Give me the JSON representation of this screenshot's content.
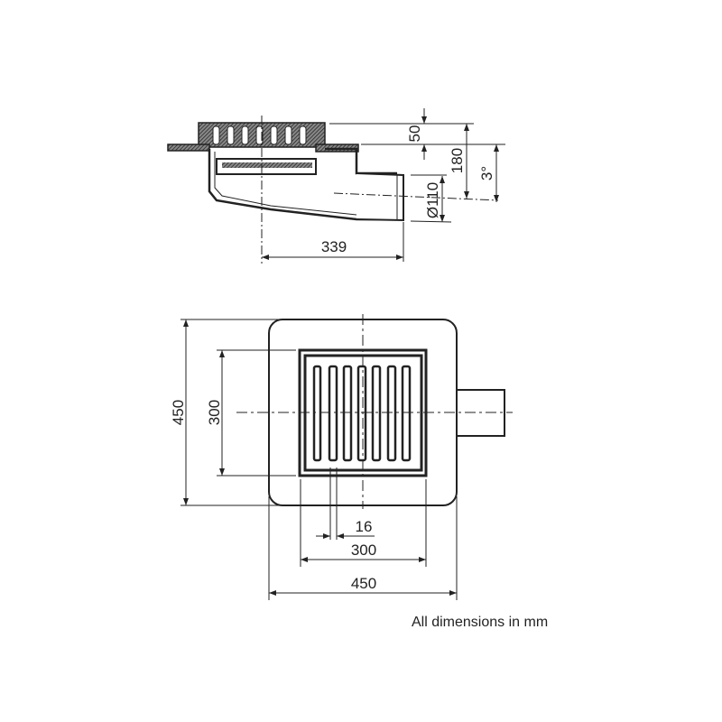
{
  "side_view": {
    "dims": {
      "grate_height": "50",
      "total_height": "180",
      "slope": "3°",
      "outlet_diameter": "Ø110",
      "outlet_length": "339"
    }
  },
  "top_view": {
    "dims": {
      "outer_height": "450",
      "grate_height": "300",
      "slot_width": "16",
      "grate_width": "300",
      "outer_width": "450"
    }
  },
  "note": "All dimensions in mm",
  "colors": {
    "line": "#222222",
    "hatch": "#555555"
  }
}
